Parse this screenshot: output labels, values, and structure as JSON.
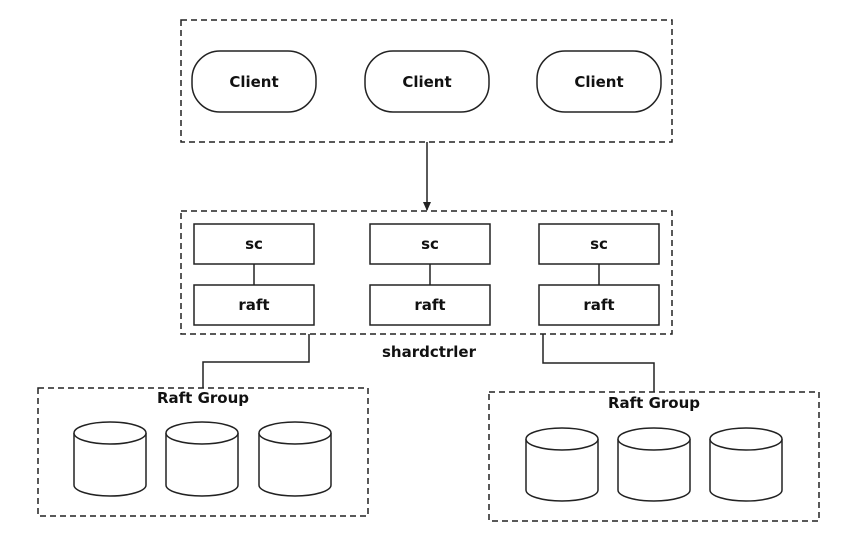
{
  "colors": {
    "stroke": "#222222",
    "fill": "#ffffff",
    "text": "#111111"
  },
  "clients": {
    "labels": [
      "Client",
      "Client",
      "Client"
    ]
  },
  "shardctrler": {
    "label": "shardctrler",
    "nodes": [
      {
        "top": "sc",
        "bottom": "raft"
      },
      {
        "top": "sc",
        "bottom": "raft"
      },
      {
        "top": "sc",
        "bottom": "raft"
      }
    ]
  },
  "raft_groups": [
    {
      "label": "Raft Group",
      "disk_count": 3
    },
    {
      "label": "Raft Group",
      "disk_count": 3
    }
  ]
}
